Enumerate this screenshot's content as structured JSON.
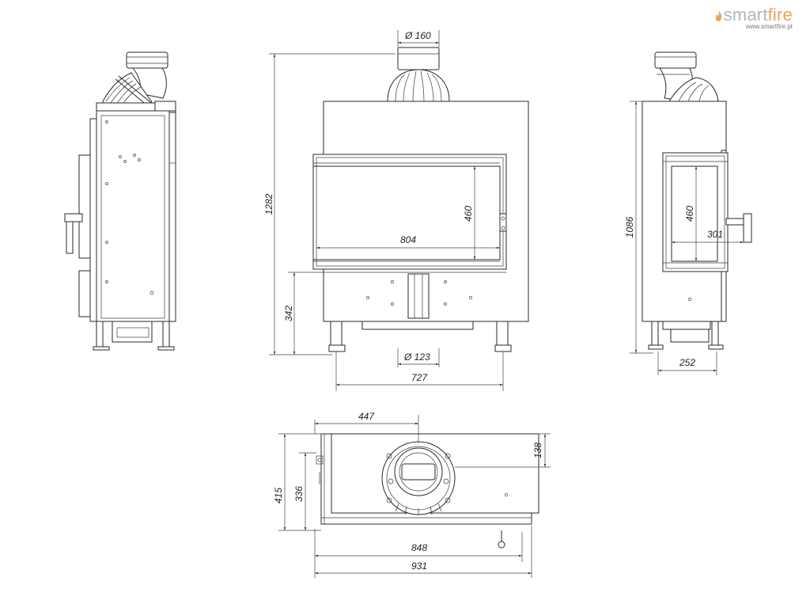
{
  "brand": {
    "name_part1": "smart",
    "name_part2": "fire",
    "url": "www.smartfire.pt",
    "colors": {
      "grey": "#b5b5b5",
      "orange": "#e8a35a"
    },
    "icon": "flame-icon"
  },
  "dimensions": {
    "flue_top_diameter": "Ø 160",
    "overall_height": "1282",
    "glass_width": "804",
    "glass_height_front": "460",
    "base_height": "342",
    "air_inlet_diameter": "Ø 123",
    "feet_spacing": "727",
    "side_height": "1086",
    "side_glass_height": "460",
    "side_glass_width": "301",
    "side_feet_spacing": "252",
    "top_flue_offset": "447",
    "top_depth_offset": "138",
    "top_total_depth": "415",
    "top_inner_depth": "336",
    "top_inner_width": "848",
    "top_total_width": "931"
  }
}
